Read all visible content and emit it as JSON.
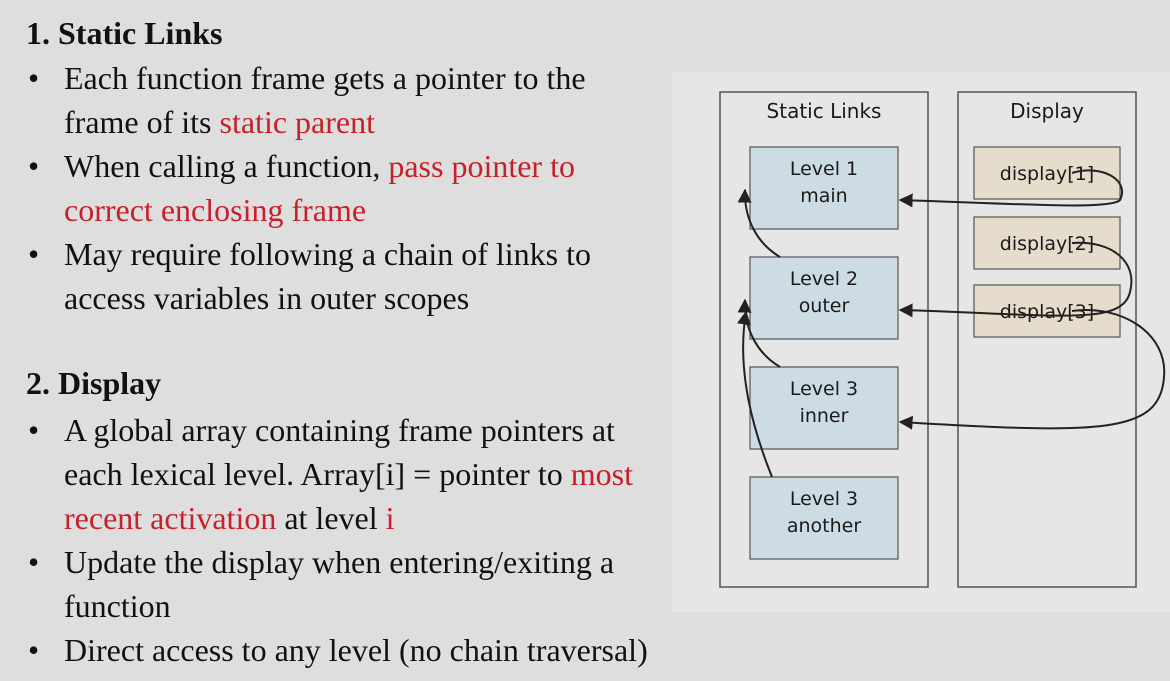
{
  "section1": {
    "heading": "1. Static Links",
    "bullets": [
      {
        "line1": "Each function frame gets a pointer to the",
        "line2_pre": "frame of its ",
        "line2_red": "static parent"
      },
      {
        "line1_pre": "When calling a function, ",
        "line1_red": "pass pointer to",
        "line2_red": "correct enclosing frame"
      },
      {
        "line1": "May require following a chain of links to",
        "line2": "access variables in outer scopes"
      }
    ]
  },
  "section2": {
    "heading": "2. Display",
    "bullets": [
      {
        "line1": "A global array containing frame pointers at",
        "line2_pre": "each lexical level. Array[i] = pointer to ",
        "line2_red": "most",
        "line3_red": "recent activation",
        "line3_mid": " at level ",
        "line3_red2": "i"
      },
      {
        "line1": "Update the display when entering/exiting a",
        "line2": "function"
      },
      {
        "line1": "Direct access to any level (no chain traversal)"
      }
    ]
  },
  "bullet_char": "•",
  "diagram": {
    "static_links_title": "Static Links",
    "display_title": "Display",
    "frames": [
      {
        "line1": "Level 1",
        "line2": "main"
      },
      {
        "line1": "Level 2",
        "line2": "outer"
      },
      {
        "line1": "Level 3",
        "line2": "inner"
      },
      {
        "line1": "Level 3",
        "line2": "another"
      }
    ],
    "display_entries": [
      "display[1]",
      "display[2]",
      "display[3]"
    ],
    "colors": {
      "frame_fill": "#cddbe4",
      "display_fill": "#e6dccb",
      "red_text": "#c8202a"
    }
  }
}
